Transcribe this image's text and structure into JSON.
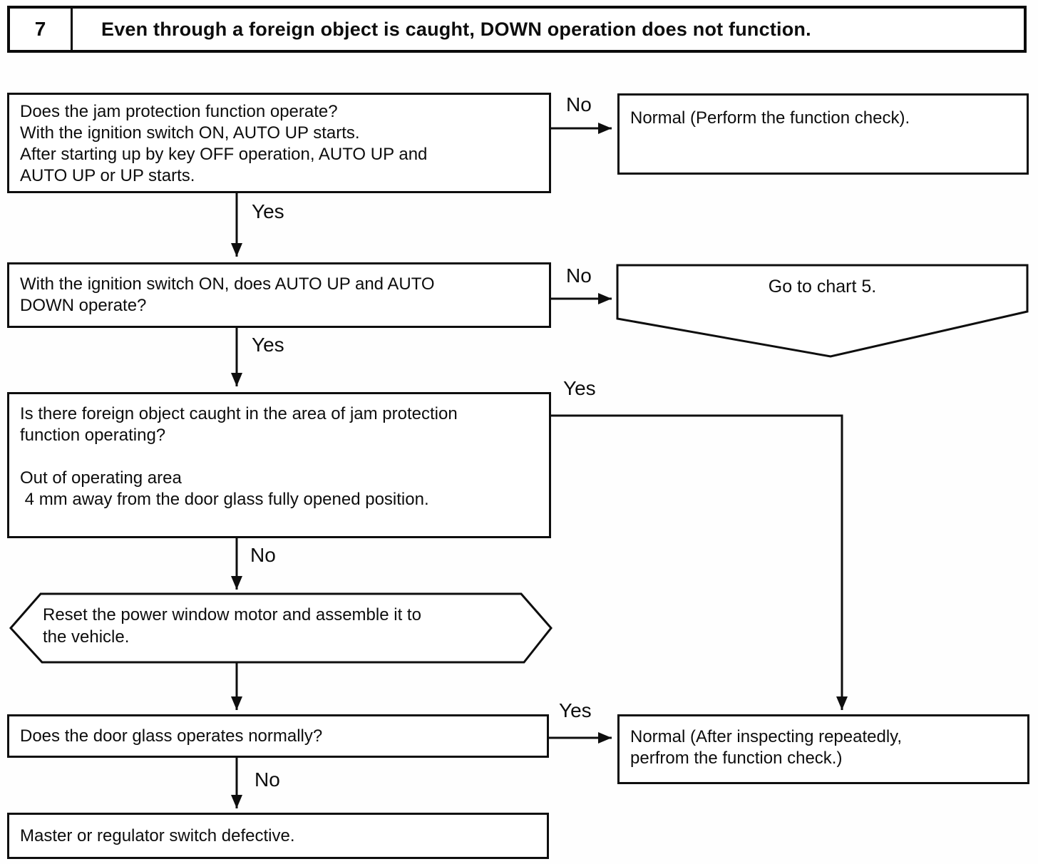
{
  "header": {
    "number": "7",
    "title": "Even through a foreign object is caught, DOWN operation does not function."
  },
  "nodes": {
    "q1_jam_protection": "Does the jam protection function operate?\nWith the ignition switch ON, AUTO UP starts.\nAfter starting up by key OFF operation, AUTO UP and\nAUTO UP or UP starts.",
    "n1_normal_function_check": "Normal (Perform the function check).",
    "q2_auto_up_down": "With the ignition switch ON, does AUTO UP and AUTO\nDOWN operate?",
    "goto_chart5": "Go to chart 5.",
    "q3_foreign_object": "Is there foreign object caught in the area of jam protection\nfunction operating?\n\nOut of operating area\n 4 mm away from the door glass fully opened position.",
    "hex_reset_motor": "Reset the power window motor and assemble it to\nthe vehicle.",
    "q4_door_glass": "Does the door glass operates normally?",
    "n2_normal_after_inspecting": "Normal (After inspecting repeatedly,\nperfrom the function check.)",
    "q5_switch_defective": "Master or regulator switch defective."
  },
  "edges": {
    "q1_no": "No",
    "q1_yes": "Yes",
    "q2_no": "No",
    "q2_yes": "Yes",
    "q3_yes": "Yes",
    "q3_no": "No",
    "q4_yes": "Yes",
    "q4_no": "No"
  },
  "colors": {
    "ink": "#0e0e0e",
    "paper": "#ffffff"
  }
}
